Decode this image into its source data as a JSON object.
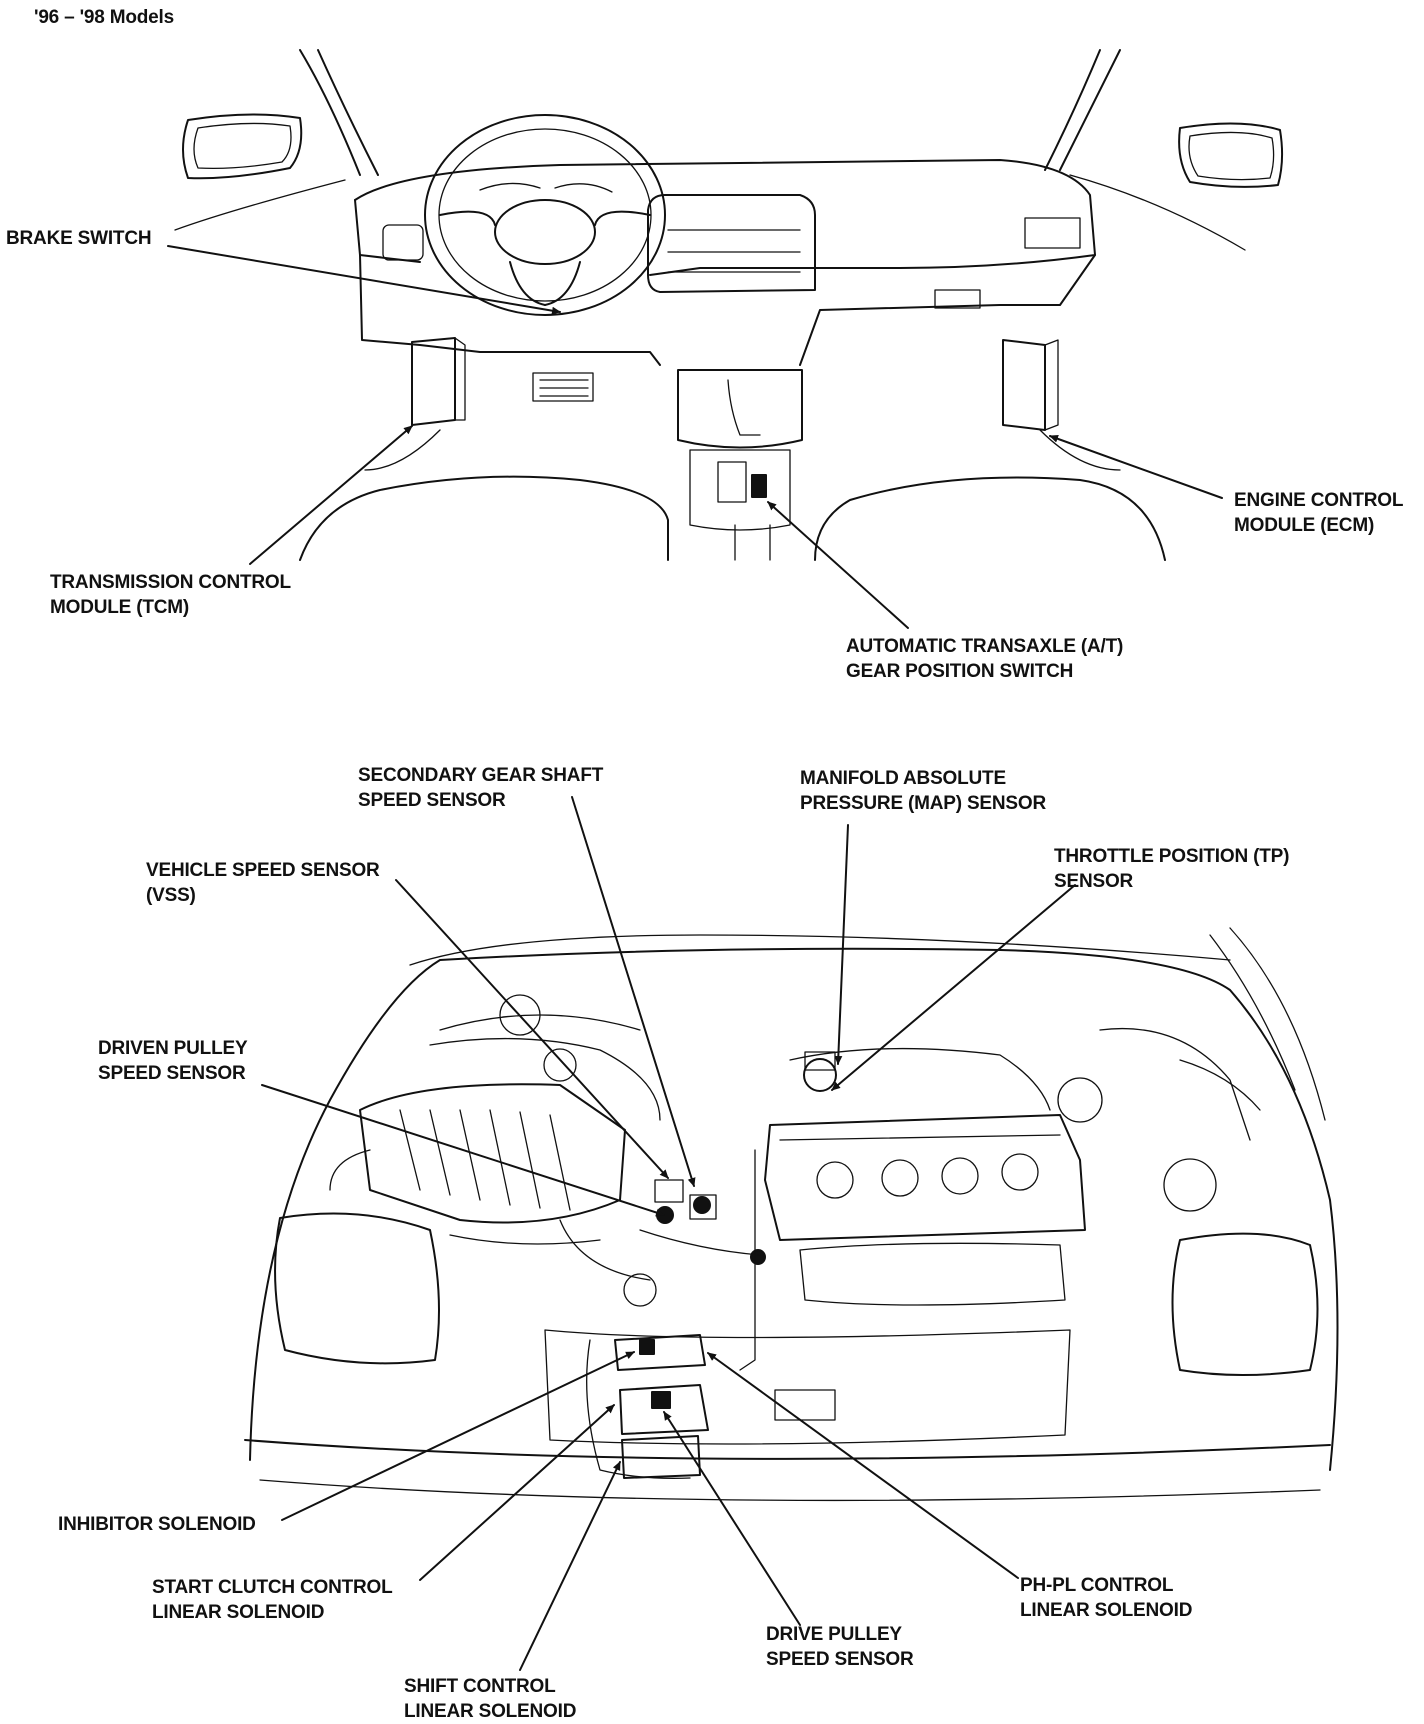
{
  "header": {
    "title": "'96 – '98 Models"
  },
  "labels": {
    "brake_switch": [
      "BRAKE SWITCH"
    ],
    "tcm": [
      "TRANSMISSION CONTROL",
      "MODULE (TCM)"
    ],
    "ecm": [
      "ENGINE CONTROL",
      "MODULE (ECM)"
    ],
    "at_switch": [
      "AUTOMATIC TRANSAXLE (A/T)",
      "GEAR POSITION SWITCH"
    ],
    "secondary_gear_shaft": [
      "SECONDARY GEAR SHAFT",
      "SPEED SENSOR"
    ],
    "map_sensor": [
      "MANIFOLD ABSOLUTE",
      "PRESSURE (MAP) SENSOR"
    ],
    "vss": [
      "VEHICLE SPEED SENSOR",
      "(VSS)"
    ],
    "tp_sensor": [
      "THROTTLE POSITION (TP)",
      "SENSOR"
    ],
    "driven_pulley": [
      "DRIVEN PULLEY",
      "SPEED SENSOR"
    ],
    "inhibitor_solenoid": [
      "INHIBITOR SOLENOID"
    ],
    "start_clutch": [
      "START CLUTCH CONTROL",
      "LINEAR SOLENOID"
    ],
    "phpl": [
      "PH-PL CONTROL",
      "LINEAR SOLENOID"
    ],
    "drive_pulley": [
      "DRIVE PULLEY",
      "SPEED SENSOR"
    ],
    "shift_control": [
      "SHIFT CONTROL",
      "LINEAR SOLENOID"
    ]
  },
  "colors": {
    "ink": "#111111",
    "paper": "#ffffff"
  }
}
